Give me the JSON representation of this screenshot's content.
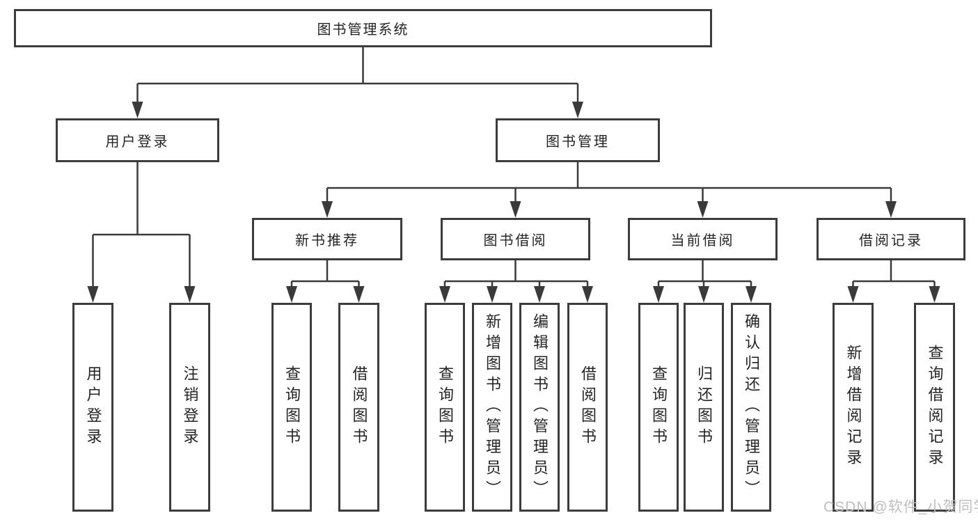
{
  "diagram": {
    "root": {
      "label": "图书管理系统",
      "children": [
        {
          "label": "用户登录",
          "children": [
            {
              "label": "用户登录"
            },
            {
              "label": "注销登录"
            }
          ]
        },
        {
          "label": "图书管理",
          "children": [
            {
              "label": "新书推荐",
              "children": [
                {
                  "label": "查询图书"
                },
                {
                  "label": "借阅图书"
                }
              ]
            },
            {
              "label": "图书借阅",
              "children": [
                {
                  "label": "查询图书"
                },
                {
                  "label": "新增图书（管理员）"
                },
                {
                  "label": "编辑图书（管理员）"
                },
                {
                  "label": "借阅图书"
                }
              ]
            },
            {
              "label": "当前借阅",
              "children": [
                {
                  "label": "查询图书"
                },
                {
                  "label": "归还图书"
                },
                {
                  "label": "确认归还（管理员）"
                }
              ]
            },
            {
              "label": "借阅记录",
              "children": [
                {
                  "label": "新增借阅记录"
                },
                {
                  "label": "查询借阅记录"
                }
              ]
            }
          ]
        }
      ]
    }
  },
  "watermark": {
    "text": "CSDN @软件_小贺同学"
  },
  "colors": {
    "line": "#3a3a3a",
    "box_border": "#3c3c3c",
    "text": "#242424",
    "watermark": "#bdbfc1",
    "background": "#ffffff"
  }
}
